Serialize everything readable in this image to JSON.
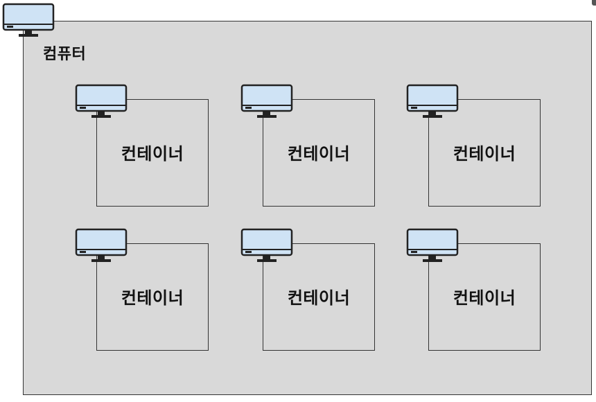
{
  "computer": {
    "label": "컴퓨터"
  },
  "containers": [
    {
      "label": "컨테이너"
    },
    {
      "label": "컨테이너"
    },
    {
      "label": "컨테이너"
    },
    {
      "label": "컨테이너"
    },
    {
      "label": "컨테이너"
    },
    {
      "label": "컨테이너"
    }
  ],
  "icons": {
    "monitor": "monitor-icon"
  },
  "colors": {
    "screen": "#cfe3f5",
    "frame": "#222222",
    "box_fill": "#d9d9d9",
    "border": "#333333"
  }
}
